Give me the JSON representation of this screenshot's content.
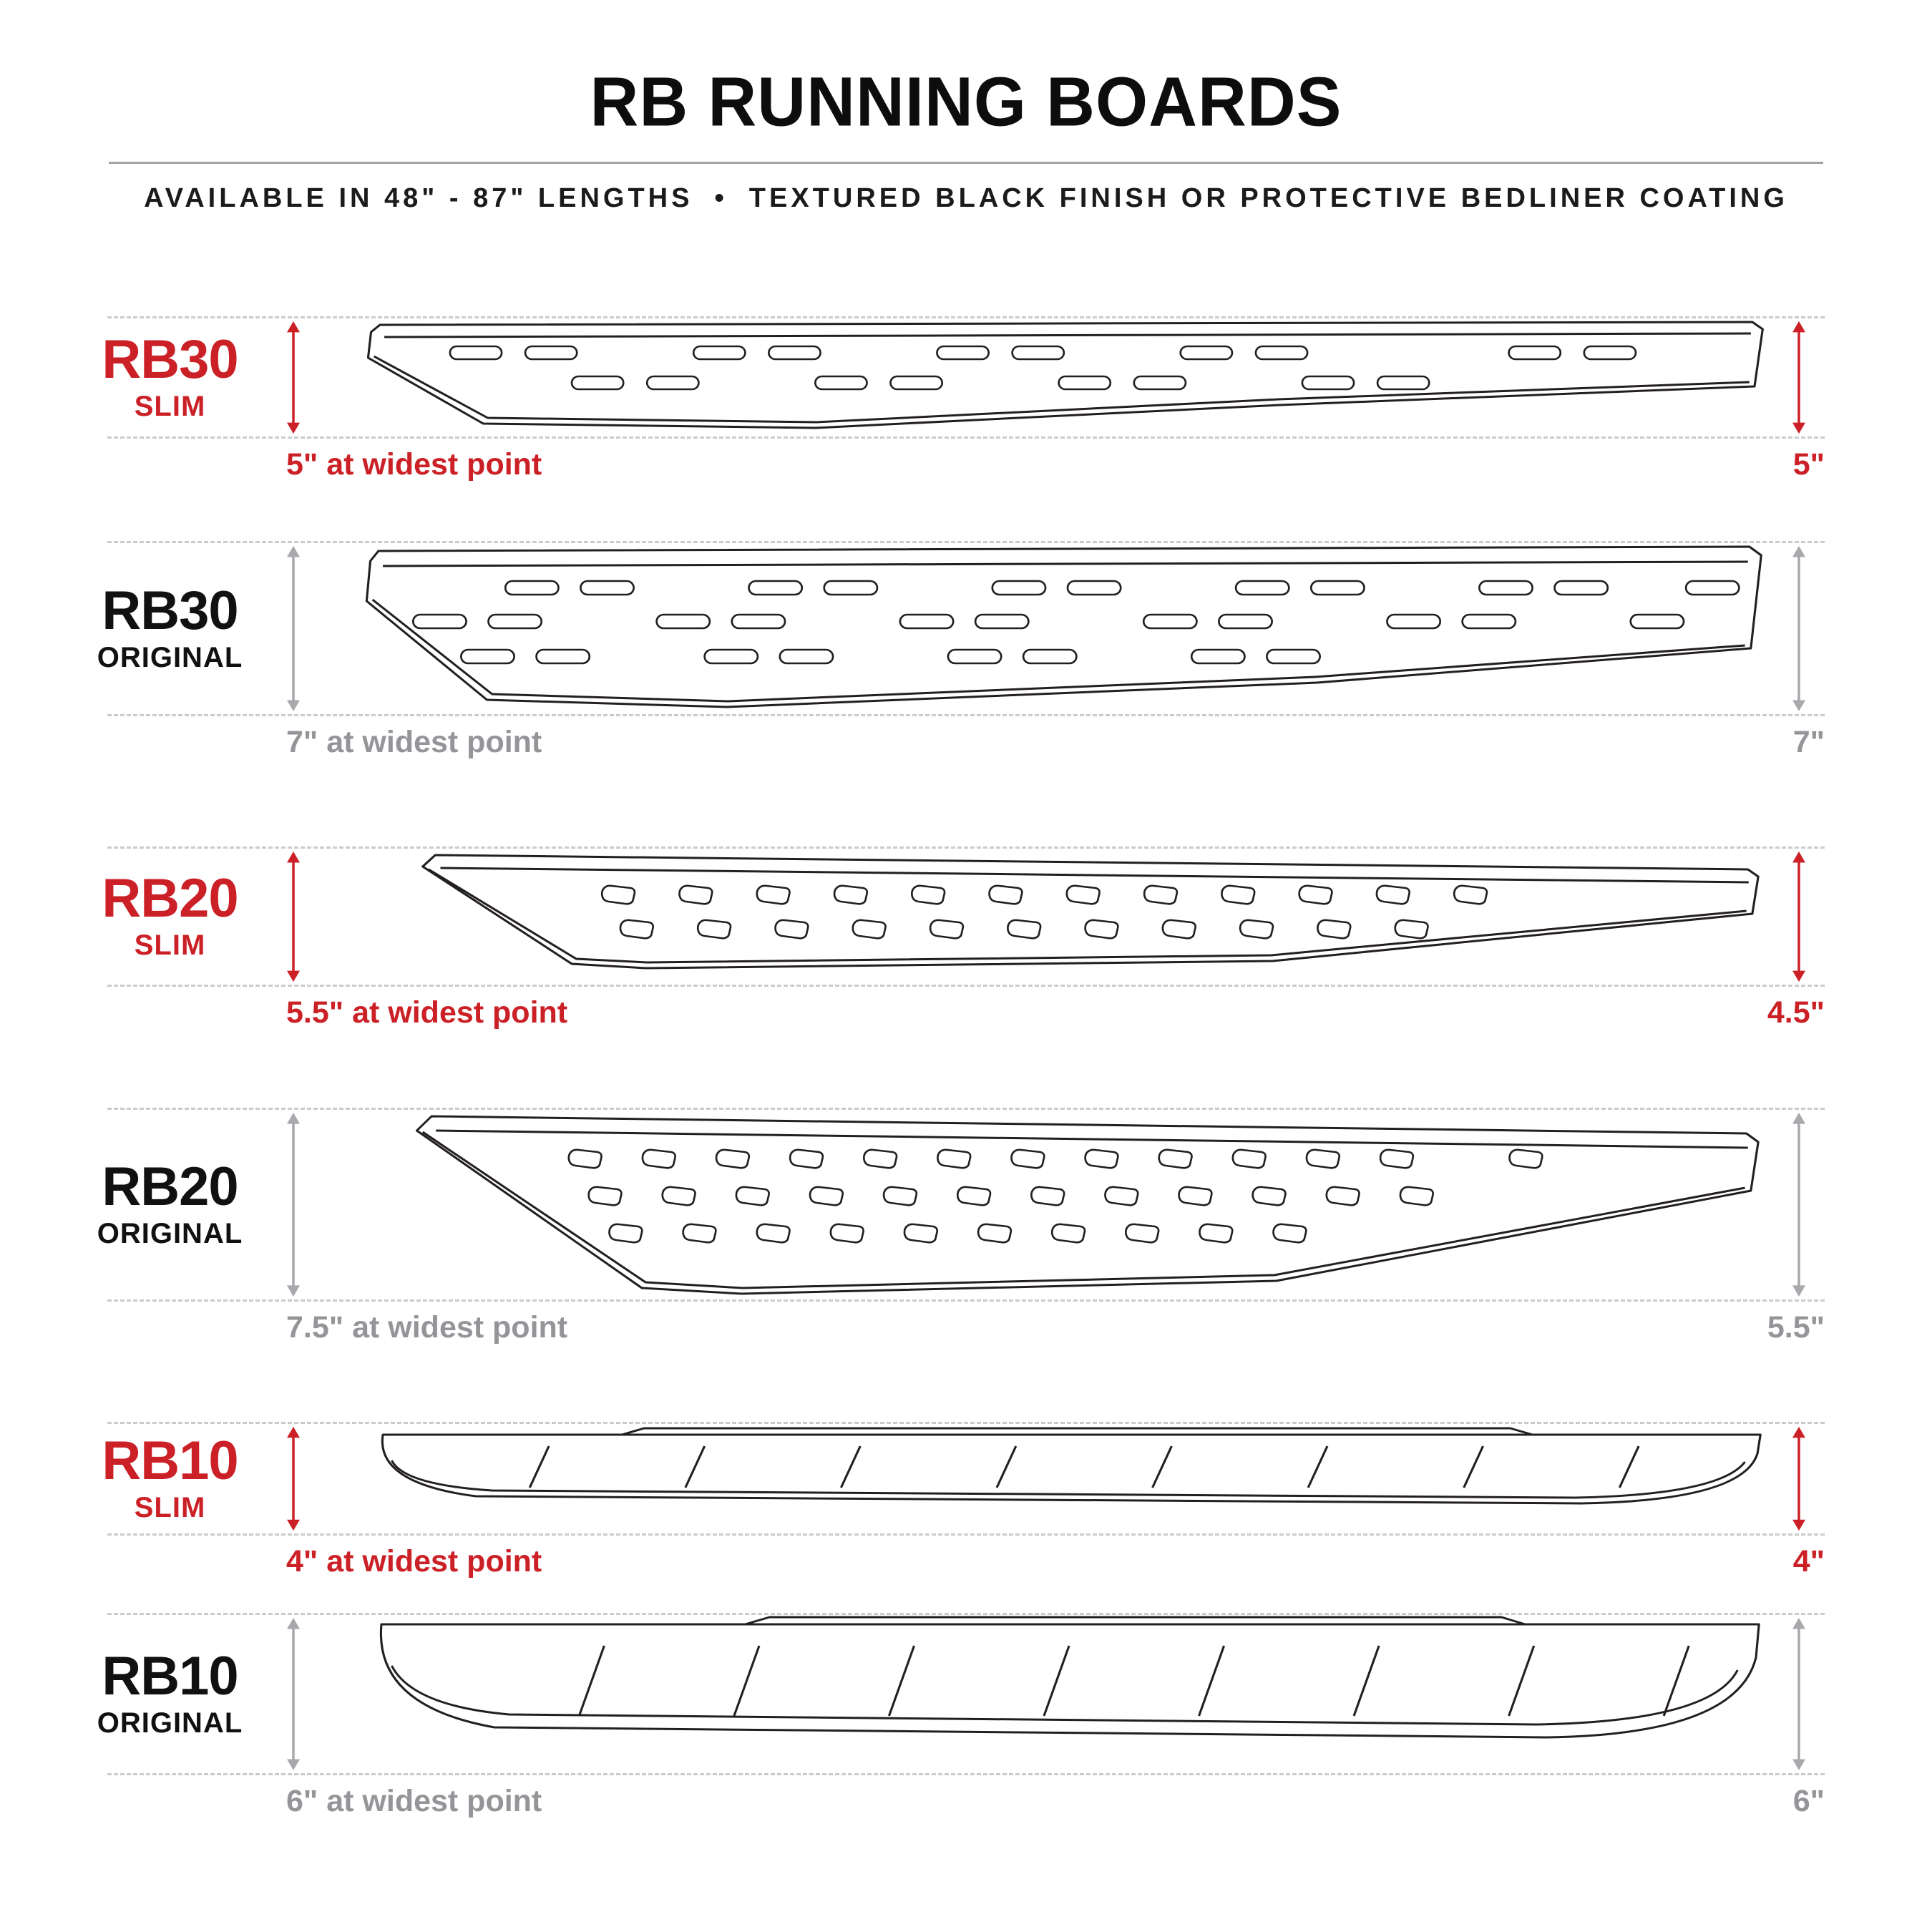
{
  "header": {
    "title": "RB RUNNING BOARDS",
    "subtitle_left": "AVAILABLE IN 48\" - 87\" LENGTHS",
    "separator": "•",
    "subtitle_right": "TEXTURED BLACK FINISH OR PROTECTIVE BEDLINER COATING"
  },
  "colors": {
    "accent_red": "#cb2026",
    "muted_gray": "#939598",
    "arrow_gray": "#a7a9ac",
    "drawing_line": "#231f20"
  },
  "rows": [
    {
      "model": "RB30",
      "variant": "SLIM",
      "widest": "5\" at widest point",
      "height": "5\""
    },
    {
      "model": "RB30",
      "variant": "ORIGINAL",
      "widest": "7\" at widest point",
      "height": "7\""
    },
    {
      "model": "RB20",
      "variant": "SLIM",
      "widest": "5.5\" at widest point",
      "height": "4.5\""
    },
    {
      "model": "RB20",
      "variant": "ORIGINAL",
      "widest": "7.5\" at widest point",
      "height": "5.5\""
    },
    {
      "model": "RB10",
      "variant": "SLIM",
      "widest": "4\" at widest point",
      "height": "4\""
    },
    {
      "model": "RB10",
      "variant": "ORIGINAL",
      "widest": "6\" at widest point",
      "height": "6\""
    }
  ]
}
